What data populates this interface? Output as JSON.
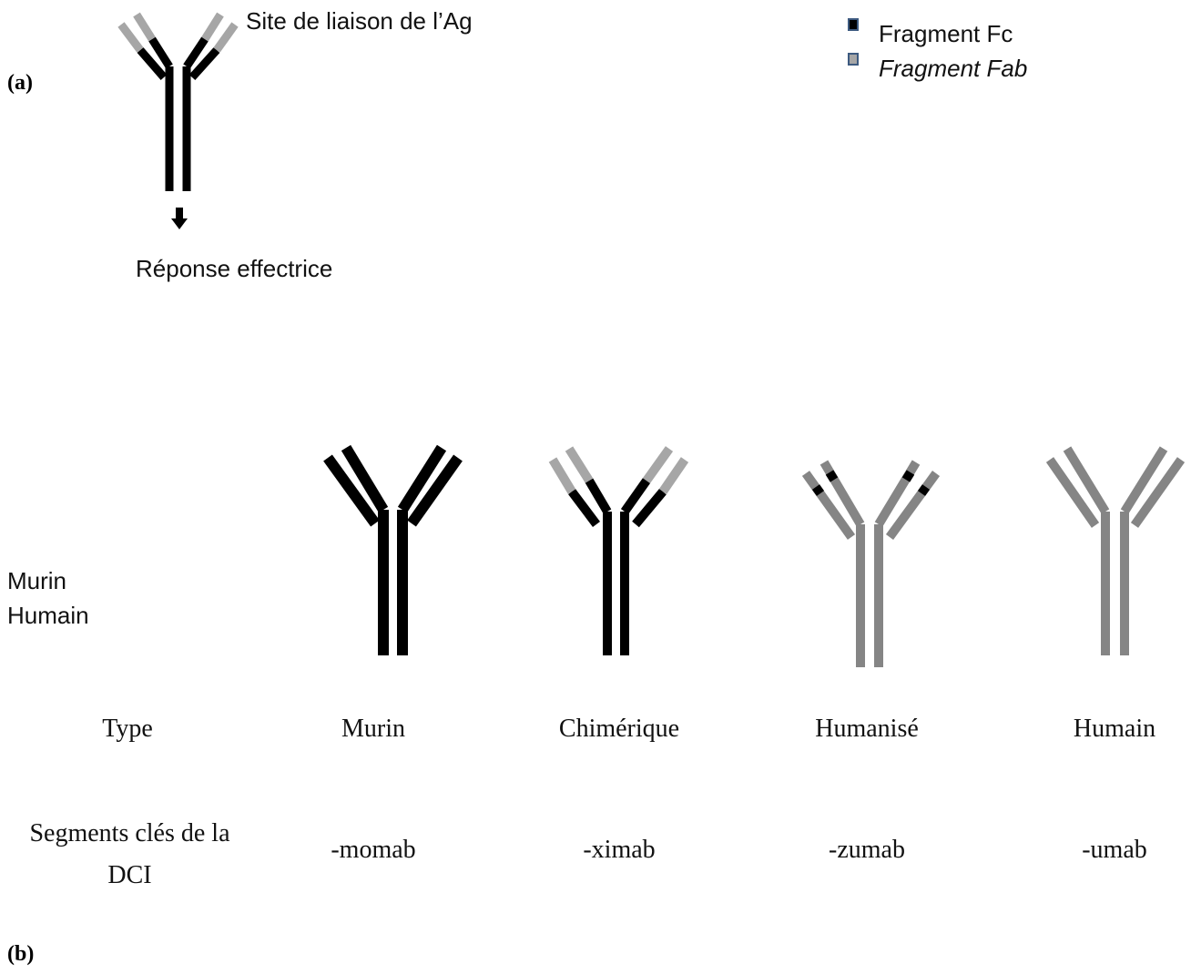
{
  "panel_a": {
    "label": "(a)",
    "binding_site_label": "Site de liaison de l’Ag",
    "effector_label": "Réponse effectrice"
  },
  "legend": {
    "items": [
      {
        "label": "Fragment Fc",
        "color": "#000000",
        "italic": false
      },
      {
        "label": "Fragment Fab",
        "color": "#999999",
        "italic": true
      }
    ]
  },
  "panel_b": {
    "label": "(b)",
    "species_labels": [
      "Murin",
      "Humain"
    ],
    "row_headers": {
      "type": "Type",
      "segments": "Segments clés de la DCI"
    },
    "antibodies": [
      {
        "type": "Murin",
        "suffix": "-momab"
      },
      {
        "type": "Chimérique",
        "suffix": "-ximab"
      },
      {
        "type": "Humanisé",
        "suffix": "-zumab"
      },
      {
        "type": "Humain",
        "suffix": "-umab"
      }
    ]
  },
  "colors": {
    "murine": "#000000",
    "human": "#858585",
    "fab_light": "#a6a6a6"
  }
}
